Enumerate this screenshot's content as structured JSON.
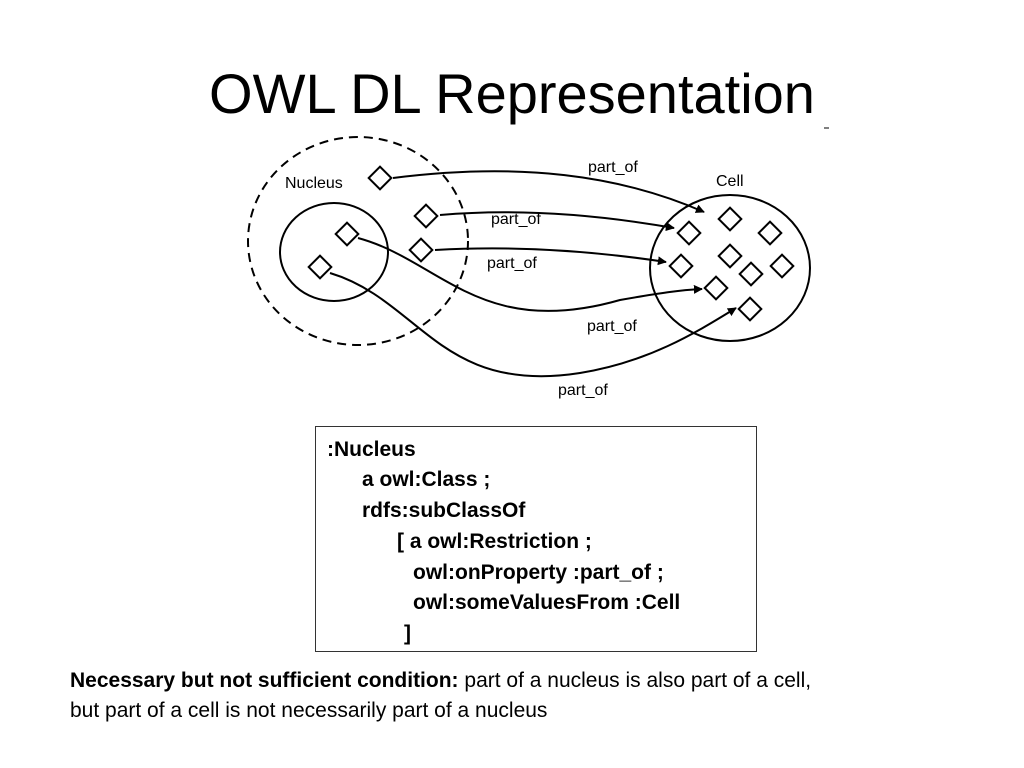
{
  "title": "OWL DL Representation",
  "diagram": {
    "nucleus_label": "Nucleus",
    "cell_label": "Cell",
    "edge_label": "part_of"
  },
  "code": {
    "lines": [
      ":Nucleus",
      "a owl:Class ;",
      "rdfs:subClassOf",
      "[ a owl:Restriction ;",
      "owl:onProperty :part_of ;",
      "owl:someValuesFrom :Cell",
      "]"
    ]
  },
  "note": {
    "bold": "Necessary but not sufficient condition:",
    "line1": "part of a nucleus is also part of a cell,",
    "line2": "but part of a cell is not necessarily part of a nucleus"
  }
}
